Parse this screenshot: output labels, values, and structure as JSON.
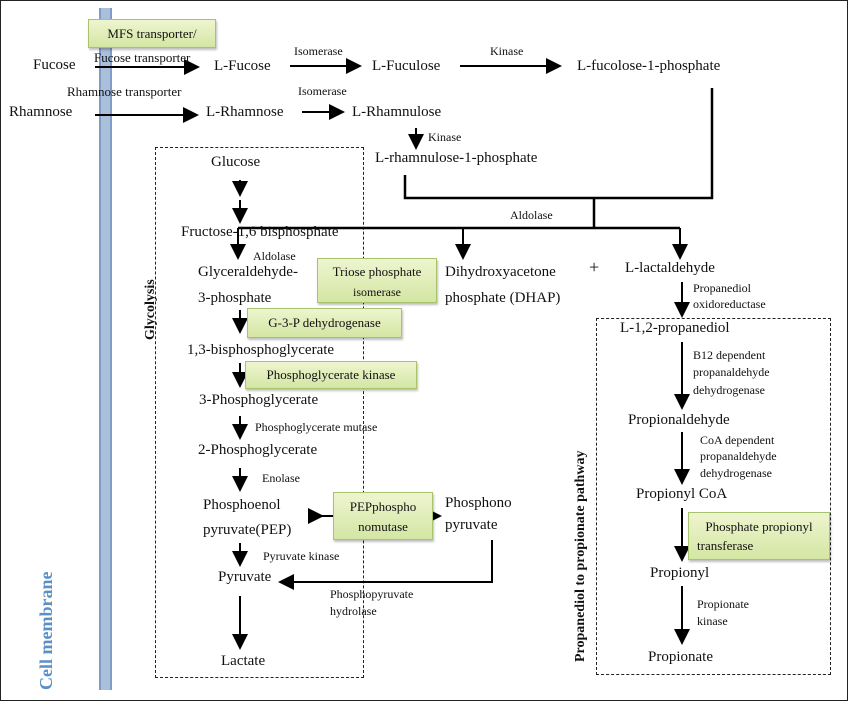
{
  "membrane": {
    "label": "Cell membrane",
    "color": "#9cb6d8",
    "label_color": "#5b8fc7"
  },
  "transport": {
    "mfs_box": "MFS transporter/",
    "fucose_transporter": "Fucose transporter",
    "rhamnose_transporter": "Rhamnose transporter"
  },
  "fucose_path": {
    "fucose": "Fucose",
    "l_fucose": "L-Fucose",
    "isomerase": "Isomerase",
    "l_fuculose": "L-Fuculose",
    "kinase": "Kinase",
    "l_fuculose_1p": "L-fucolose-1-phosphate"
  },
  "rhamnose_path": {
    "rhamnose": "Rhamnose",
    "l_rhamnose": "L-Rhamnose",
    "isomerase": "Isomerase",
    "l_rhamnulose": "L-Rhamnulose",
    "kinase": "Kinase",
    "l_rhamnulose_1p": "L-rhamnulose-1-phosphate"
  },
  "aldolase_top": "Aldolase",
  "glycolysis": {
    "label": "Glycolysis",
    "glucose": "Glucose",
    "f16bp": "Fructose-1,6 bisphosphate",
    "aldolase": "Aldolase",
    "g3p_1": "Glyceraldehyde-",
    "g3p_2": "3-phosphate",
    "tpi_1": "Triose phosphate",
    "tpi_2": "isomerase",
    "g3pdh": "G-3-P dehydrogenase",
    "bpg": "1,3-bisphosphoglycerate",
    "pgk": "Phosphoglycerate kinase",
    "pg3": "3-Phosphoglycerate",
    "pgm": "Phosphoglycerate mutase",
    "pg2": "2-Phosphoglycerate",
    "enolase": "Enolase",
    "pep_1": "Phosphoenol",
    "pep_2": "pyruvate(PEP)",
    "pepm_1": "PEPphospho",
    "pepm_2": "nomutase",
    "pp_1": "Phosphono",
    "pp_2": "pyruvate",
    "pk": "Pyruvate kinase",
    "pyruvate": "Pyruvate",
    "pph_1": "Phosphopyruvate",
    "pph_2": "hydrolase",
    "lactate": "Lactate"
  },
  "dhap_1": "Dihydroxyacetone",
  "dhap_2": "phosphate (DHAP)",
  "plus": "+",
  "propanediol": {
    "label": "Propanediol to propionate pathway",
    "lactaldehyde": "L-lactaldehyde",
    "pdor_1": "Propanediol",
    "pdor_2": "oxidoreductase",
    "propanediol": "L-1,2-propanediol",
    "b12_1": "B12 dependent",
    "b12_2": "propanaldehyde",
    "b12_3": "dehydrogenase",
    "propionaldehyde": "Propionaldehyde",
    "coa_1": "CoA dependent",
    "coa_2": "propanaldehyde",
    "coa_3": "dehydrogenase",
    "propionyl_coa": "Propionyl CoA",
    "ppt_1": "Phosphate propionyl",
    "ppt_2": "transferase",
    "propionyl": "Propionyl",
    "pk_1": "Propionate",
    "pk_2": "kinase",
    "propionate": "Propionate"
  }
}
